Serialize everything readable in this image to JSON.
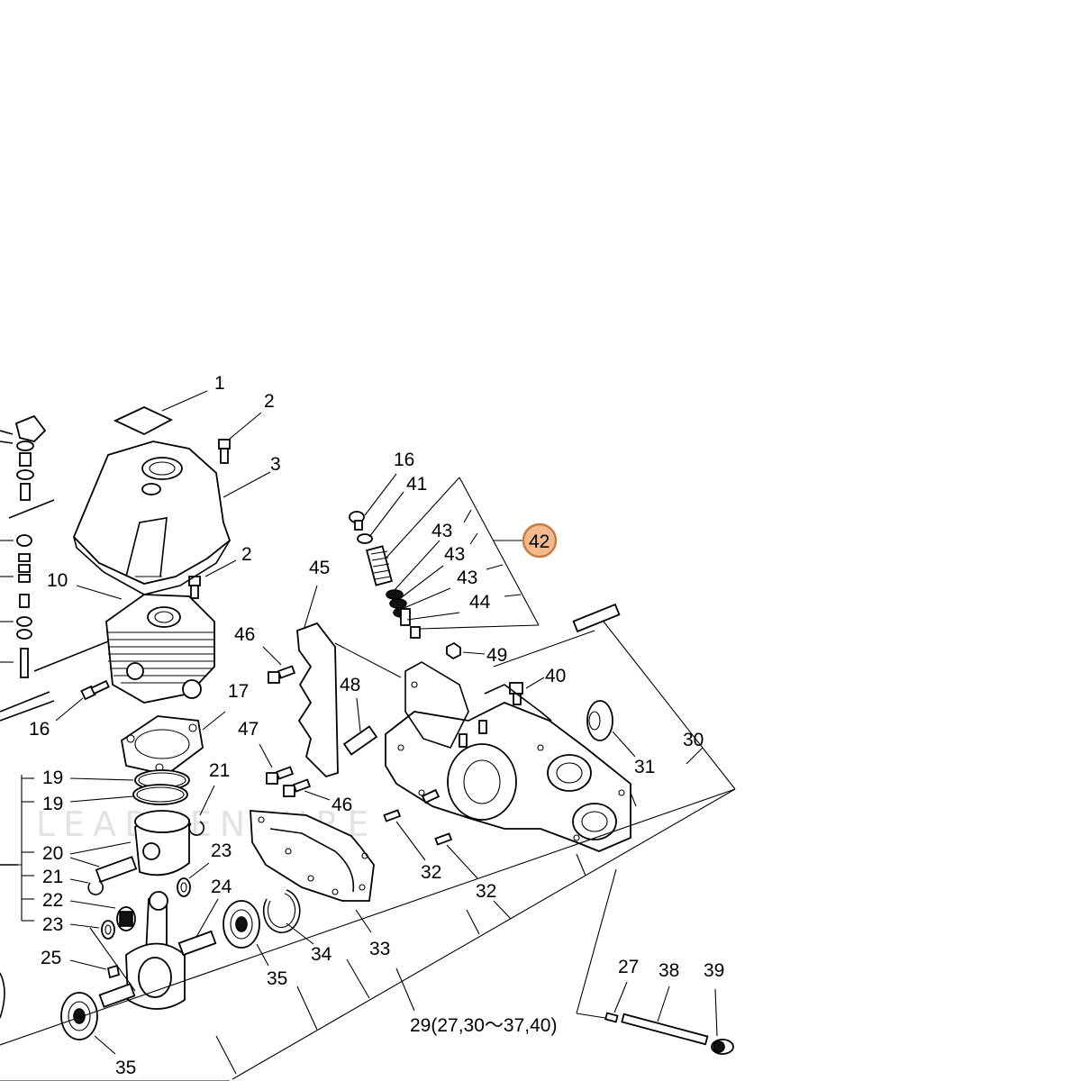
{
  "diagram": {
    "watermark": "LEADVENTURE",
    "highlight_color": "#f2b98c",
    "callouts": [
      {
        "id": "c1",
        "text": "1"
      },
      {
        "id": "c2a",
        "text": "2"
      },
      {
        "id": "c2b",
        "text": "2"
      },
      {
        "id": "c3",
        "text": "3"
      },
      {
        "id": "c10",
        "text": "10"
      },
      {
        "id": "c16a",
        "text": "16"
      },
      {
        "id": "c16b",
        "text": "16"
      },
      {
        "id": "c17",
        "text": "17"
      },
      {
        "id": "c19a",
        "text": "19"
      },
      {
        "id": "c19b",
        "text": "19"
      },
      {
        "id": "c20",
        "text": "20"
      },
      {
        "id": "c21a",
        "text": "21"
      },
      {
        "id": "c21b",
        "text": "21"
      },
      {
        "id": "c22",
        "text": "22"
      },
      {
        "id": "c23a",
        "text": "23"
      },
      {
        "id": "c23b",
        "text": "23"
      },
      {
        "id": "c24",
        "text": "24"
      },
      {
        "id": "c25",
        "text": "25"
      },
      {
        "id": "c27",
        "text": "27"
      },
      {
        "id": "c29",
        "text": "29(27,30〜37,40)"
      },
      {
        "id": "c30",
        "text": "30"
      },
      {
        "id": "c31",
        "text": "31"
      },
      {
        "id": "c32a",
        "text": "32"
      },
      {
        "id": "c32b",
        "text": "32"
      },
      {
        "id": "c33",
        "text": "33"
      },
      {
        "id": "c34",
        "text": "34"
      },
      {
        "id": "c35a",
        "text": "35"
      },
      {
        "id": "c35b",
        "text": "35"
      },
      {
        "id": "c38",
        "text": "38"
      },
      {
        "id": "c39",
        "text": "39"
      },
      {
        "id": "c40",
        "text": "40"
      },
      {
        "id": "c41",
        "text": "41"
      },
      {
        "id": "c42",
        "text": "42"
      },
      {
        "id": "c43a",
        "text": "43"
      },
      {
        "id": "c43b",
        "text": "43"
      },
      {
        "id": "c43c",
        "text": "43"
      },
      {
        "id": "c44",
        "text": "44"
      },
      {
        "id": "c45",
        "text": "45"
      },
      {
        "id": "c46a",
        "text": "46"
      },
      {
        "id": "c46b",
        "text": "46"
      },
      {
        "id": "c47",
        "text": "47"
      },
      {
        "id": "c48",
        "text": "48"
      },
      {
        "id": "c49",
        "text": "49"
      }
    ]
  }
}
